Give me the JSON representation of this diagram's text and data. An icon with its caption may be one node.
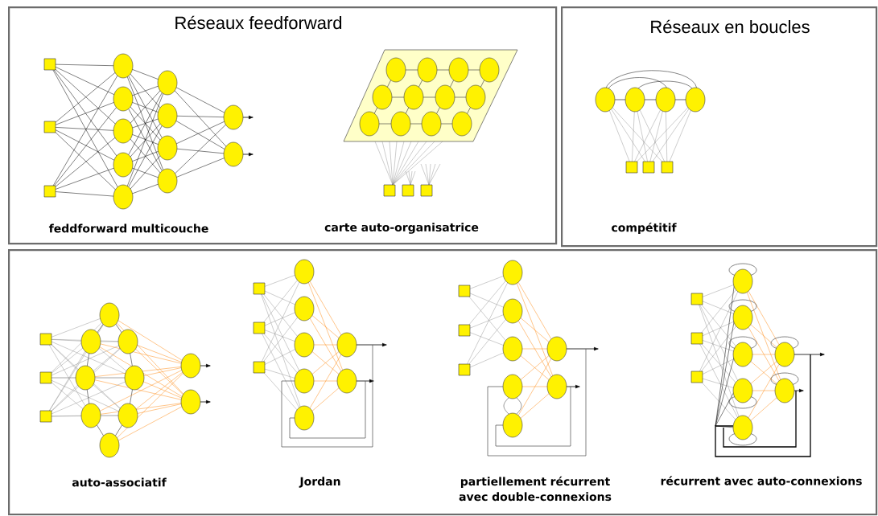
{
  "diagram": {
    "nodes": [
      {
        "text": [
          "Réseaux feedforward"
        ]
      },
      {
        "text": [],
        "shape": "picture",
        "in": 0
      },
      {
        "text": [],
        "shape": "picture",
        "in": 0
      },
      {
        "text": [
          "Réseaux en boucles"
        ]
      },
      {
        "text": [],
        "shape": "picture",
        "in": 3
      },
      {
        "text": [],
        "shape": "box"
      },
      {
        "text": [],
        "shape": "picture",
        "in": 5
      },
      {
        "text": [],
        "shape": "picture",
        "in": 5
      },
      {
        "text": [],
        "shape": "picture",
        "in": 5
      },
      {
        "text": [],
        "shape": "picture",
        "in": 5
      }
    ],
    "labels": [
      "feddforward multicouche",
      "carte auto-organisatrice",
      "compétitif",
      "auto-associatif",
      "Jordan",
      "partiellement récurrent avec double-connexions",
      "récurrent avec auto-connexions"
    ]
  }
}
